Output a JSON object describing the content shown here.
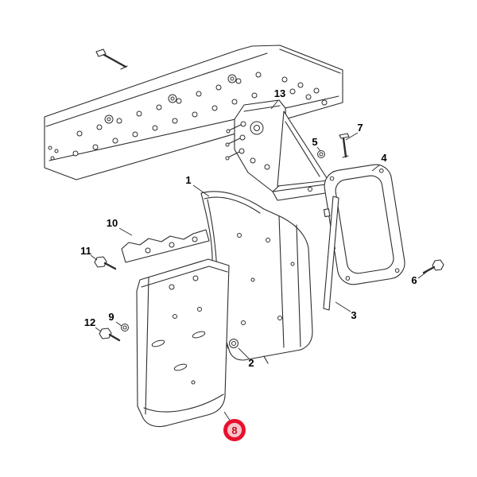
{
  "diagram": {
    "description": "Exploded parts diagram with numbered callouts, item 8 highlighted",
    "line_color": "#2d2d2d",
    "background": "#ffffff",
    "highlight": {
      "ring_color": "#e8112d",
      "fill_color": "#f6c6cb",
      "text_color": "#c40e22",
      "applies_to": "8"
    },
    "callouts": [
      {
        "label": "1",
        "part": "fender-liner-panel"
      },
      {
        "label": "2",
        "part": "nut"
      },
      {
        "label": "3",
        "part": "support-strip"
      },
      {
        "label": "4",
        "part": "mounting-frame"
      },
      {
        "label": "5",
        "part": "nut"
      },
      {
        "label": "6",
        "part": "bolt"
      },
      {
        "label": "7",
        "part": "bolt"
      },
      {
        "label": "8",
        "part": "mud-flap-panel",
        "highlighted": true
      },
      {
        "label": "9",
        "part": "nut"
      },
      {
        "label": "10",
        "part": "top-bracket"
      },
      {
        "label": "11",
        "part": "bolt"
      },
      {
        "label": "12",
        "part": "bolt"
      },
      {
        "label": "13",
        "part": "frame-bracket"
      }
    ]
  }
}
